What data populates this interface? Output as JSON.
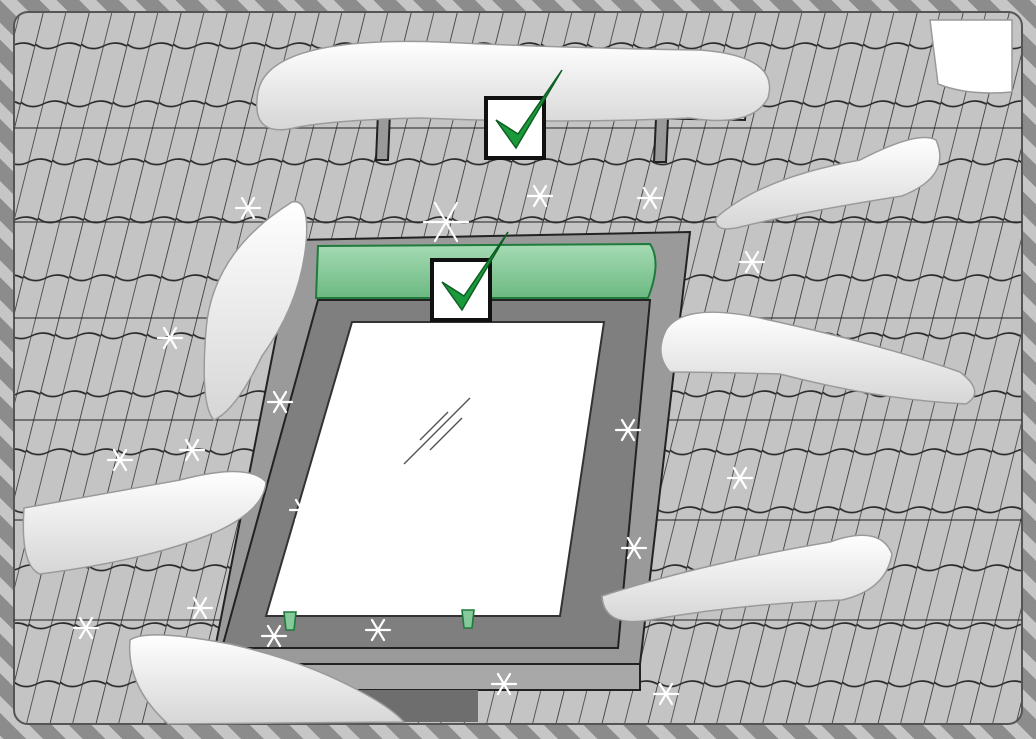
{
  "illustration": {
    "subject": "roof-window-in-tiled-roof-with-snow",
    "check_marks": [
      {
        "target": "snow-guard",
        "icon": "checkmark-icon",
        "color": "#1a9a3a"
      },
      {
        "target": "window-top-flashing-cover",
        "icon": "checkmark-icon",
        "color": "#1a9a3a"
      }
    ],
    "colors": {
      "frame_outer": "#8c8c8c",
      "frame_stripe": "#c6c6c6",
      "roof_background": "#c9c9c9",
      "tile_fill": "#c4c4c4",
      "tile_outline": "#2a2a2a",
      "flashing_cover": "#86c99a",
      "flashing_cover_stroke": "#1f7a3c",
      "window_frame": "#7f7f7f",
      "glass": "#ffffff",
      "snow": "#ffffff",
      "check": "#1a9a3a"
    }
  }
}
